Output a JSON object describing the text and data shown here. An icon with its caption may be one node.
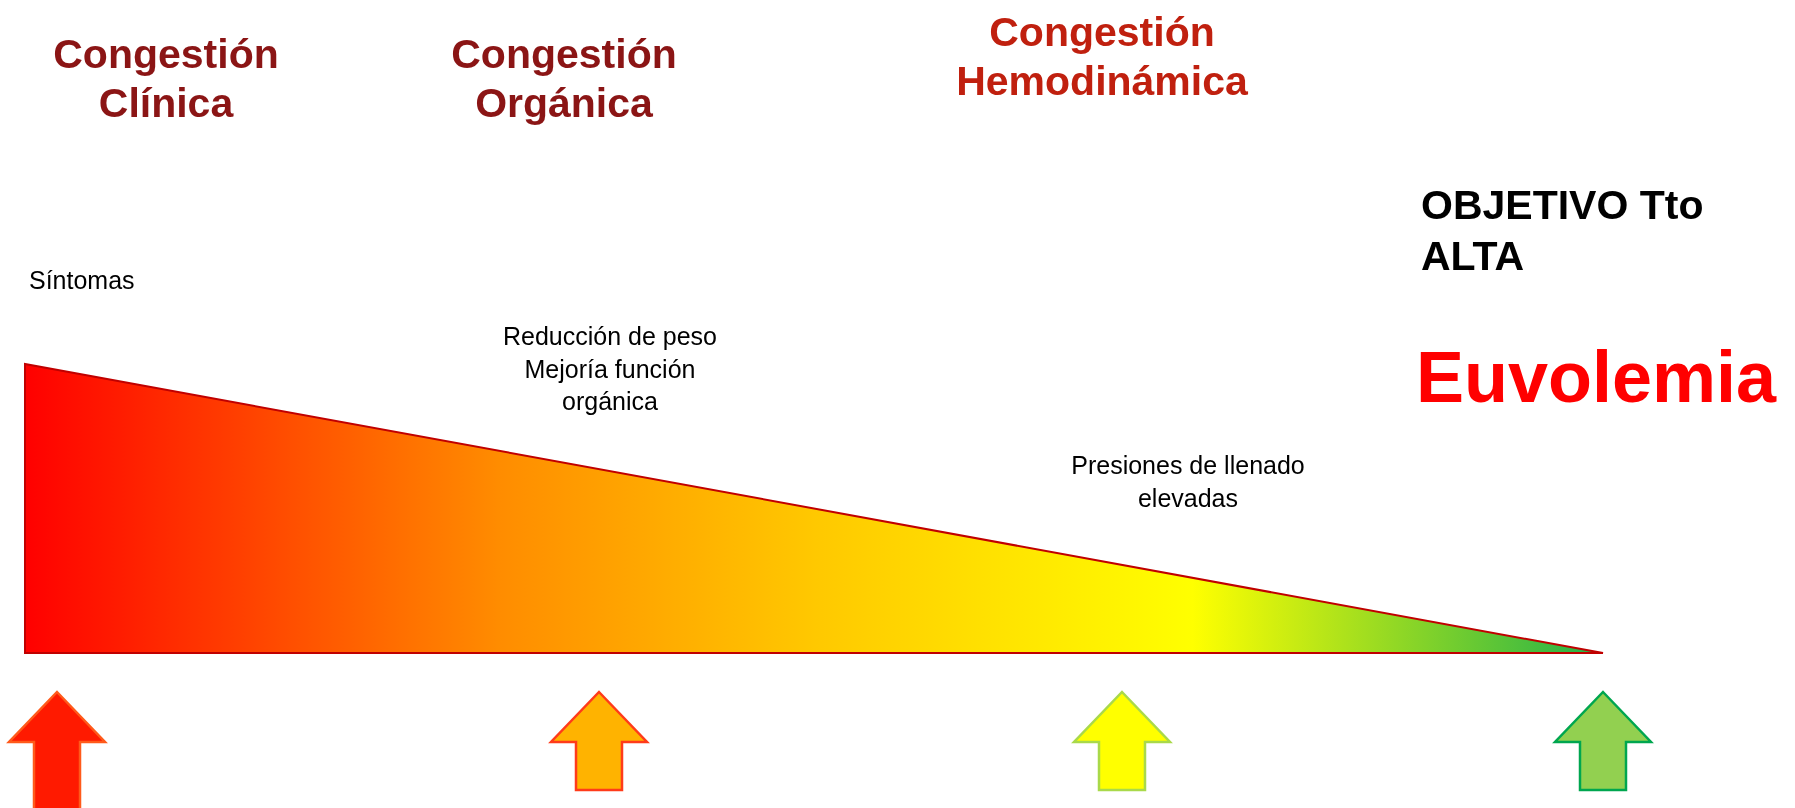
{
  "diagram": {
    "labels": [
      "Congestión Clínica",
      "Congestión Orgánica",
      "Congestión Hemodinámica",
      "OBJETIVO Tto ALTA",
      "Síntomas",
      "Euvolemia",
      "Reducción de peso Mejoría función orgánica",
      "Presiones de llenado elevadas"
    ]
  }
}
